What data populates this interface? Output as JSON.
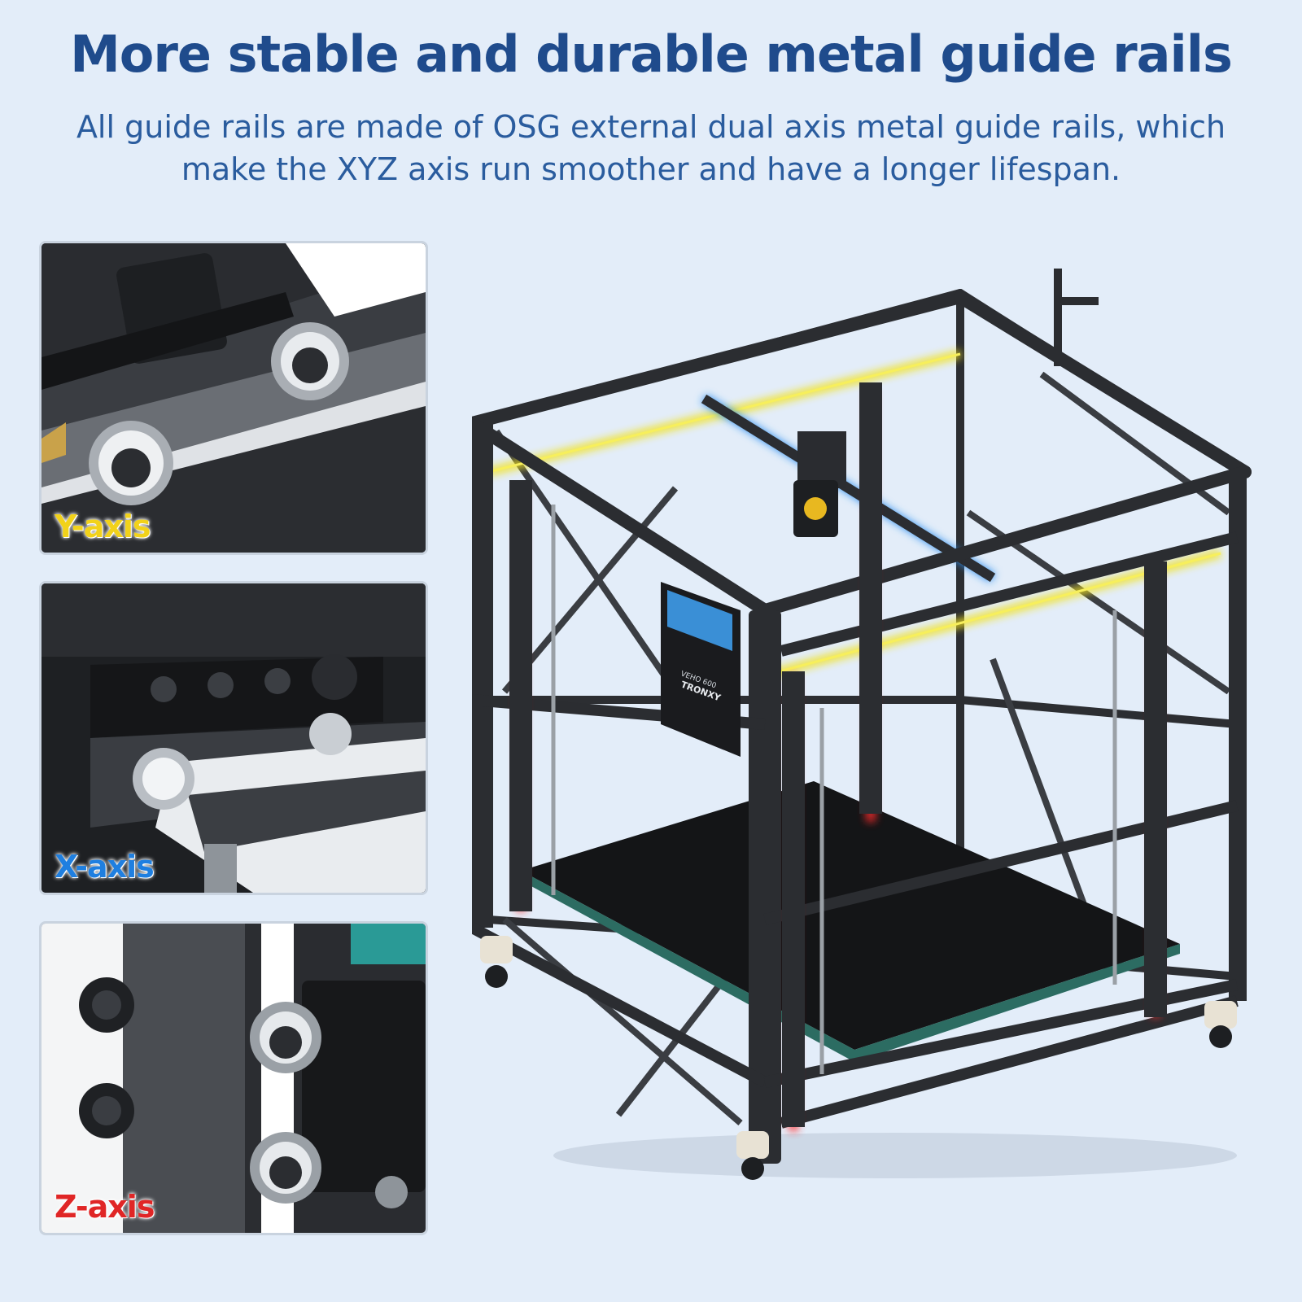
{
  "headline": "More stable and durable metal guide rails",
  "subline": "All guide rails are made of OSG external dual axis metal guide rails, which make the XYZ axis run smoother and have a longer lifespan.",
  "panels": [
    {
      "label": "Y-axis",
      "color": "#f2d21a"
    },
    {
      "label": "X-axis",
      "color": "#1f7fe0"
    },
    {
      "label": "Z-axis",
      "color": "#e02626"
    }
  ],
  "printer_screen": {
    "model": "VEHO 600",
    "brand": "TRONXY"
  },
  "colors": {
    "background": "#e3edf9",
    "headline": "#1f4b8c",
    "subline": "#2a5c9e",
    "y_rail_glow": "#f2e21a",
    "x_rail_glow": "#2a8ef0",
    "z_rail_glow": "#ff2a2a"
  }
}
